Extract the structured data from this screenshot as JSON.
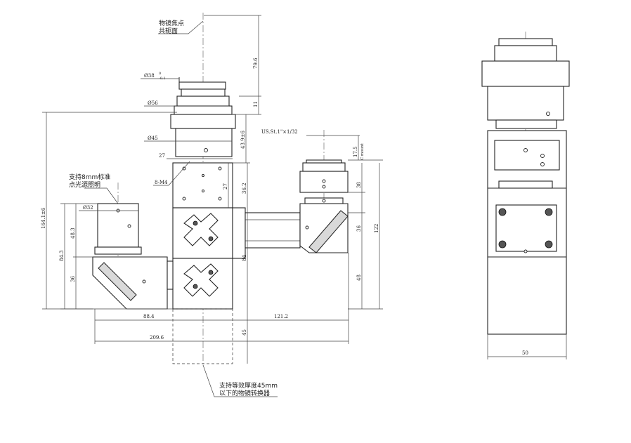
{
  "annotations": {
    "focal_plane_line1": "物镜焦点",
    "focal_plane_line2": "共轭面",
    "illum_line1": "支持8mm标准",
    "illum_line2": "点光源照明",
    "converter_line1": "支持等效厚度45mm",
    "converter_line2": "以下的物镜转换器"
  },
  "dimensions": {
    "d38": "Ø38",
    "d38_tol_upper": "0",
    "d38_tol_lower": "-0.1",
    "d56": "Ø56",
    "d45": "Ø45",
    "d32": "Ø32",
    "v79_6": "79.6",
    "v11": "11",
    "v43_9": "43.9±6",
    "h27": "27",
    "m4": "8-M4",
    "v27": "27",
    "v36_2": "36.2",
    "v84": "84",
    "v45": "45",
    "v164": "164.1±6",
    "v48_3": "48.3",
    "v84_3": "84.3",
    "v36_left": "36",
    "h88_4": "88.4",
    "h121_2": "121.2",
    "h209_6": "209.6",
    "mount": "US.St.1\"×1/32",
    "v17_5_line1": "17.5",
    "v17_5_line2": "C mount",
    "v38": "38",
    "v36_right": "36",
    "v122": "122",
    "v48_right": "48",
    "h50": "50"
  }
}
